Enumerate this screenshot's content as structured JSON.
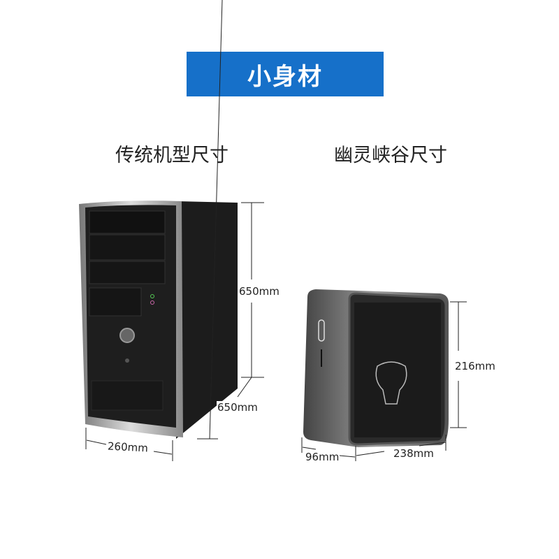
{
  "banner": {
    "title": "小身材"
  },
  "traditional": {
    "heading": "传统机型尺寸",
    "height": "650mm",
    "depth": "650mm",
    "width": "260mm"
  },
  "ghost_canyon": {
    "heading": "幽灵峡谷尺寸",
    "height": "216mm",
    "depth": "96mm",
    "width": "238mm"
  },
  "colors": {
    "banner": "#1670c9"
  }
}
